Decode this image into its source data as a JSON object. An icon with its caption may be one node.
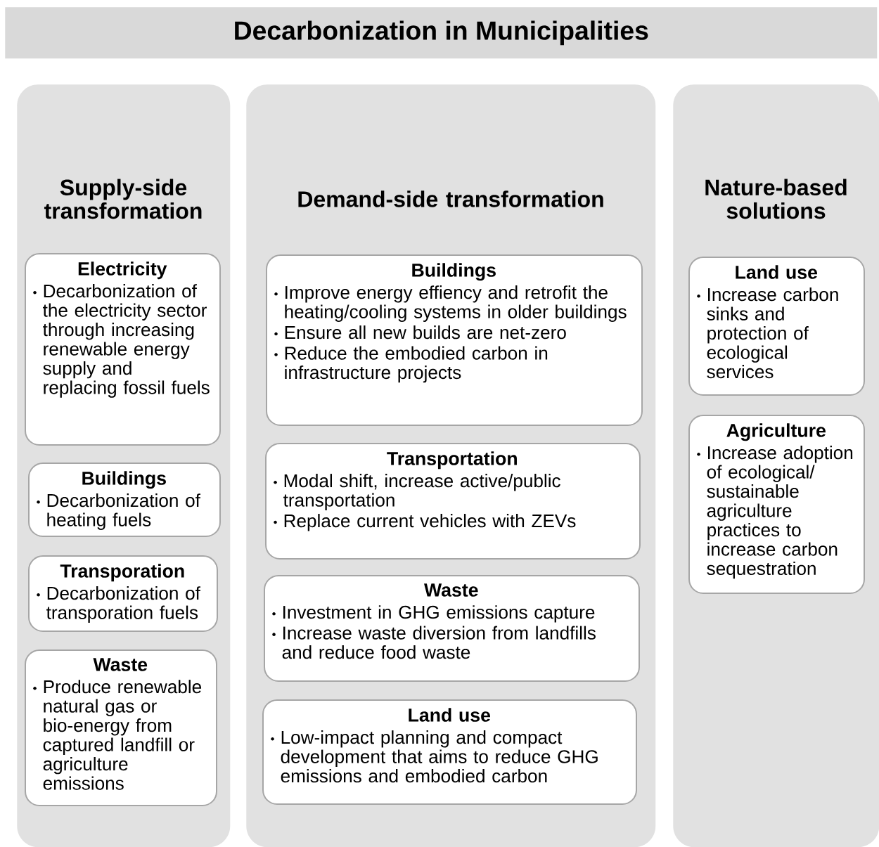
{
  "diagram": {
    "title": "Decarbonization in Municipalities",
    "nodes": [
      {
        "text": [
          "Supply-side transformation"
        ]
      },
      {
        "text": [
          "Electricity",
          "Decarbonization of the electricity sector through increasing renewable energy supply and replacing fossil fuels"
        ],
        "in": 0
      },
      {
        "text": [
          "Buildings",
          "Decarbonization of heating fuels"
        ],
        "in": 0
      },
      {
        "text": [
          "Transporation",
          "Decarbonization of transporation fuels"
        ],
        "in": 0
      },
      {
        "text": [
          "Waste",
          "Produce renewable natural gas or bio-energy from captured landfill or agriculture emissions"
        ],
        "in": 0
      },
      {
        "text": [
          "Demand-side transformation"
        ]
      },
      {
        "text": [
          "Buildings",
          "Improve energy effiency and retrofit the heating/cooling systems in older buildings",
          "Ensure all new builds are net-zero",
          "Reduce the embodied carbon in infrastructure projects"
        ],
        "in": 5
      },
      {
        "text": [
          "Transportation",
          "Modal shift, increase active/public transportation",
          "Replace current vehicles with ZEVs"
        ],
        "in": 5
      },
      {
        "text": [
          "Waste",
          "Investment in GHG emissions capture",
          "Increase waste diversion from landfills and reduce food waste"
        ],
        "in": 5
      },
      {
        "text": [
          "Land use",
          "Low-impact planning and compact development that aims to reduce GHG emissions and embodied carbon"
        ],
        "in": 5
      },
      {
        "text": [
          "Nature-based solutions"
        ]
      },
      {
        "text": [
          "Land use",
          "Increase carbon sinks and protection of ecological services"
        ],
        "in": 10
      },
      {
        "text": [
          "Agriculture",
          "Increase adoption of ecological/ sustainable agriculture practices to increase carbon sequestration"
        ],
        "in": 10
      }
    ]
  }
}
